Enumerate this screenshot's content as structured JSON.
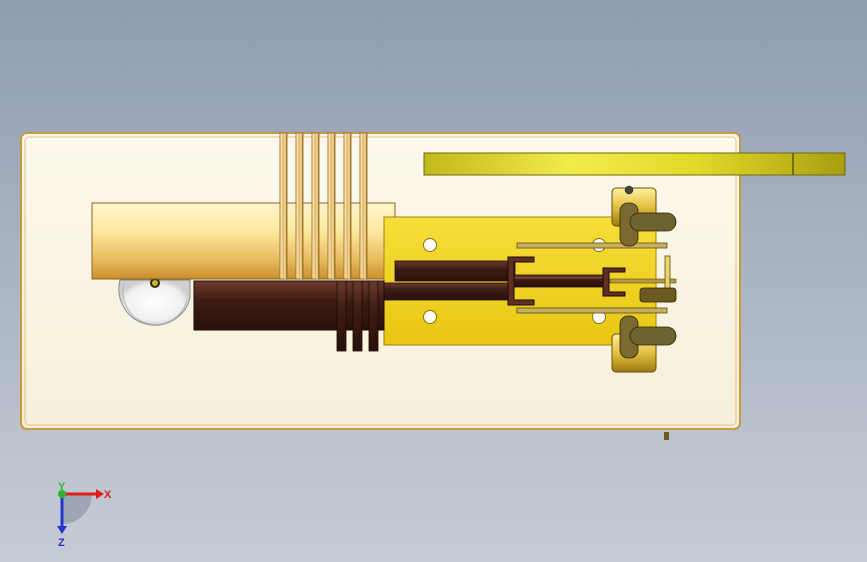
{
  "viewport": {
    "background_top": "#8f9db0",
    "background_bottom": "#c6ccd6"
  },
  "model": {
    "base_color": "#fcf7e8",
    "base_edge": "#c79a3e",
    "brass_light": "#fff3c0",
    "brass_dark": "#c88f2a",
    "mount_plate_color": "#f2d21c",
    "piston_dark": "#3b1a12",
    "piston_mid": "#6a3a2c",
    "bar_color": "#d4cd1e",
    "flywheel_color": "#f2f2f2"
  },
  "triad": {
    "x_label": "X",
    "y_label": "Y",
    "z_label": "Z",
    "x_color": "#e21b1b",
    "y_color": "#2fb52f",
    "z_color": "#2436c9"
  }
}
